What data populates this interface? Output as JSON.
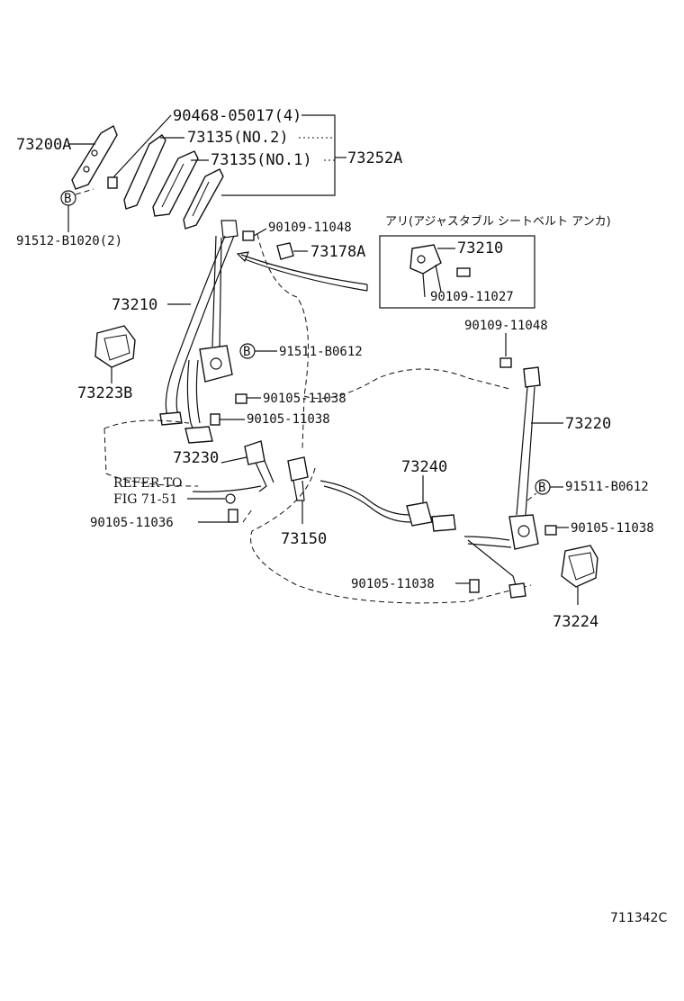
{
  "labels": {
    "p90468": "90468-05017(4)",
    "p73200A": "73200A",
    "p73135_no2": "73135(NO.2)",
    "p73135_no1": "73135(NO.1)",
    "p73252A": "73252A",
    "p91512": "91512-B1020(2)",
    "p90109_11048_top": "90109-11048",
    "jp_note": "アリ(アジャスタブル シートベルト アンカ)",
    "p73178A": "73178A",
    "p73210_inset": "73210",
    "p90109_11027": "90109-11027",
    "p73210": "73210",
    "p91511_left": "91511-B0612",
    "p73223B": "73223B",
    "p90105_11038_a": "90105-11038",
    "p90105_11038_b": "90105-11038",
    "p90109_11048_right": "90109-11048",
    "p73220": "73220",
    "p73230": "73230",
    "refer_line1": "REFER TO",
    "refer_line2": "FIG 71-51",
    "p73240": "73240",
    "p91511_right": "91511-B0612",
    "p90105_11036": "90105-11036",
    "p73150": "73150",
    "p90105_11038_c": "90105-11038",
    "p90105_11038_d": "90105-11038",
    "p73224": "73224",
    "diagram_code": "711342C",
    "marker_b": "B"
  }
}
